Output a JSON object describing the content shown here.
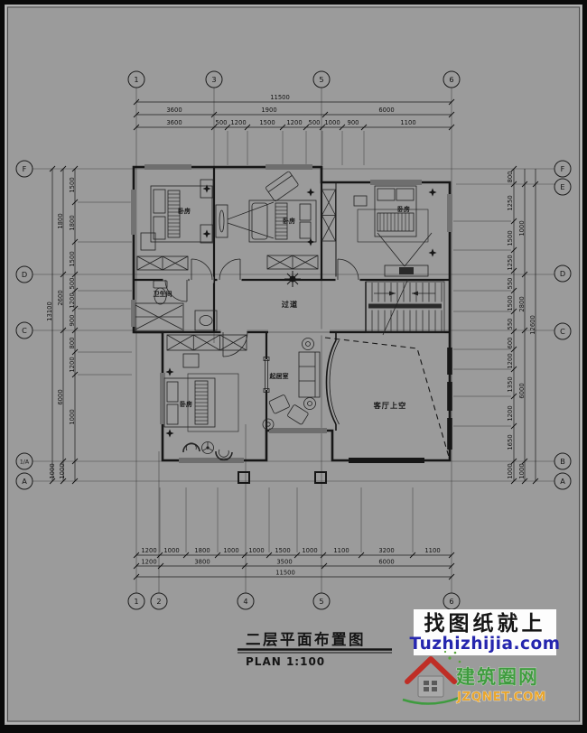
{
  "title": {
    "cn": "二层平面布置图",
    "scale": "PLAN 1:100"
  },
  "watermark": {
    "line1": "找图纸就上",
    "line2": "Tuzhizhijia.com"
  },
  "logo": {
    "name": "建筑圈网",
    "site": "JZQNET.COM"
  },
  "rooms": {
    "bedroom": "卧房",
    "bathroom": "卫生间",
    "hallway": "过道",
    "sitting": "起居室",
    "void": "客厅上空"
  },
  "grid": {
    "top": [
      "1",
      "3",
      "5",
      "6"
    ],
    "bottom": [
      "1",
      "2",
      "4",
      "5",
      "6"
    ],
    "left": [
      "F",
      "D",
      "C",
      "1/A",
      "A"
    ],
    "right": [
      "F",
      "E",
      "D",
      "C",
      "B",
      "A"
    ]
  },
  "dims": {
    "top": {
      "total": "11500",
      "row2": [
        "3600",
        "1900",
        "6000"
      ],
      "row3": [
        "3600",
        "500",
        "1200",
        "1500",
        "1200",
        "500",
        "1000",
        "900",
        "1100"
      ]
    },
    "bottom": {
      "total": "11500",
      "row2": [
        "1200",
        "3800",
        "3500",
        "6000"
      ],
      "row1": [
        "1200",
        "1000",
        "1800",
        "1000",
        "1000",
        "1500",
        "1000",
        "1100",
        "3200",
        "1100"
      ]
    },
    "left": {
      "outer": "13100",
      "middle": [
        "1800",
        "2600",
        "6000"
      ],
      "inner": [
        "1500",
        "1800",
        "1500",
        "500",
        "1200",
        "900",
        "800",
        "1200",
        "1000"
      ],
      "bottom": [
        "1000",
        "1000"
      ]
    },
    "right": {
      "outer": "12600",
      "middle": [
        "1000",
        "2800",
        "6000"
      ],
      "inner": [
        "800",
        "1250",
        "1500",
        "1250",
        "550",
        "1500",
        "550",
        "600",
        "1200",
        "1350",
        "1200",
        "1650"
      ],
      "bottom": [
        "1000",
        "1000"
      ]
    }
  },
  "colors": {
    "paper": "#9b9b9b",
    "line": "#1a1a1a",
    "watermark_url": "#2526ae",
    "logo_green": "#3f9b3f",
    "logo_orange": "#e9a62e",
    "logo_red": "#bf2e26"
  }
}
